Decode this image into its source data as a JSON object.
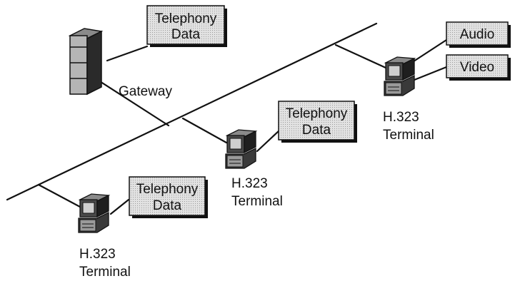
{
  "gateway": {
    "label": "Gateway",
    "box_lines": [
      "Telephony",
      "Data"
    ]
  },
  "terminal_center": {
    "label_lines": [
      "H.323",
      "Terminal"
    ],
    "box_lines": [
      "Telephony",
      "Data"
    ]
  },
  "terminal_left": {
    "label_lines": [
      "H.323",
      "Terminal"
    ],
    "box_lines": [
      "Telephony",
      "Data"
    ]
  },
  "terminal_right": {
    "label_lines": [
      "H.323",
      "Terminal"
    ],
    "box_audio": "Audio",
    "box_video": "Video"
  },
  "colors": {
    "box_fill": "#d9d9d9",
    "line": "#111111",
    "device_dark": "#2a2a2a",
    "device_mid": "#6b6b6b"
  }
}
